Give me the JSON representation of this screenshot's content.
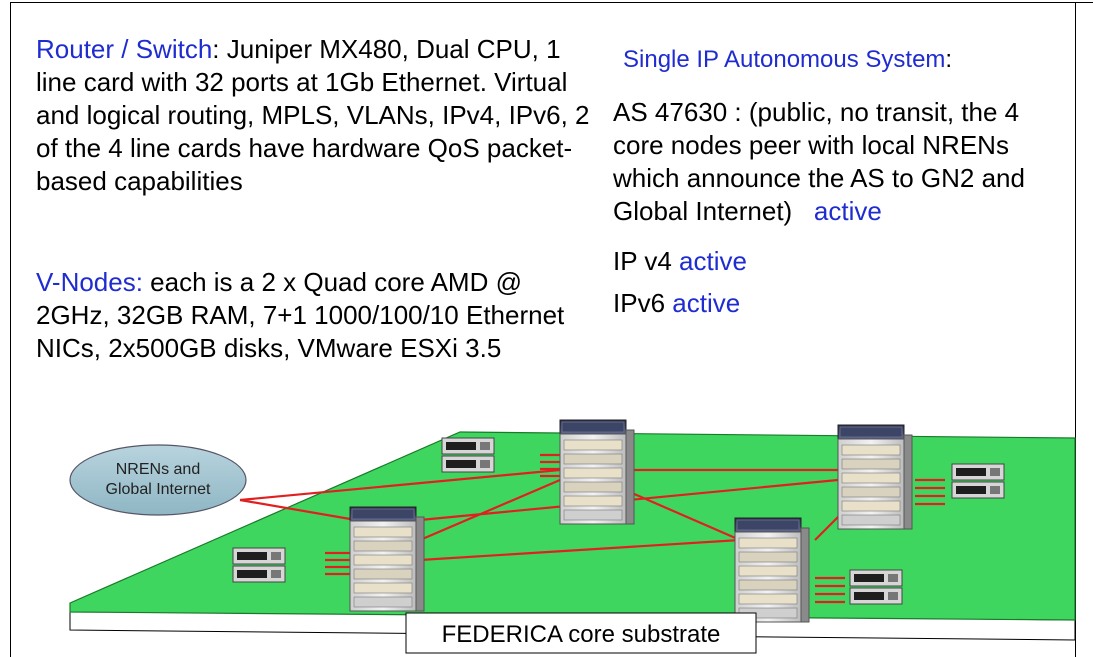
{
  "router": {
    "label": "Router / Switch",
    "text": ": Juniper MX480, Dual CPU, 1 line card with 32 ports at 1Gb Ethernet. Virtual and logical routing, MPLS, VLANs, IPv4, IPv6, 2 of the 4 line cards have hardware QoS packet-based capabilities"
  },
  "vnodes": {
    "label": "V-Nodes:",
    "text": " each is a 2 x Quad core AMD @ 2GHz, 32GB RAM, 7+1 1000/100/10 Ethernet NICs, 2x500GB disks, VMware ESXi 3.5"
  },
  "as": {
    "heading": "Single IP Autonomous System",
    "heading_colon": ":",
    "text": "AS  47630 : (public, no transit, the 4 core nodes peer with local NRENs which announce the AS to GN2 and Global Internet)",
    "status": "active"
  },
  "ipv4": {
    "label": "IP v4",
    "status": "active"
  },
  "ipv6": {
    "label": "IPv6",
    "status": "active"
  },
  "cloud": {
    "line1": "NRENs and",
    "line2": "Global Internet"
  },
  "substrate": {
    "label": "FEDERICA core substrate"
  },
  "colors": {
    "accent_text": "#1f2cd0",
    "board": "#3fd660",
    "links": "#e02020",
    "cloud": "#9fc3cf"
  }
}
